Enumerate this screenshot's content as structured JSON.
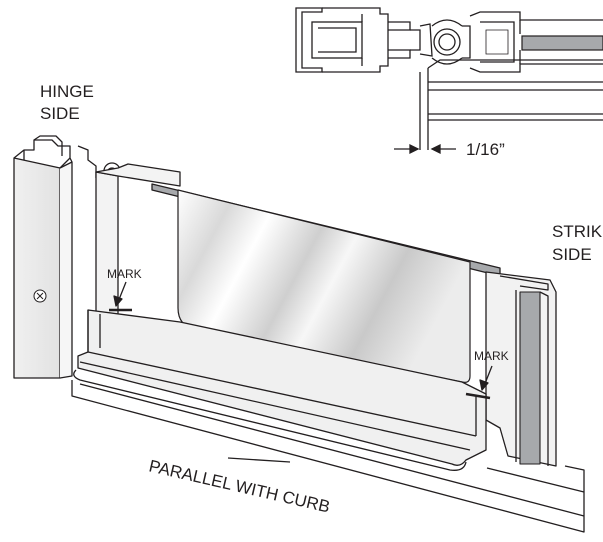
{
  "labels": {
    "hinge_side": [
      "HINGE",
      "SIDE"
    ],
    "strike_side": [
      "STRIKE",
      "SIDE"
    ],
    "mark_left": "MARK",
    "mark_right": "MARK",
    "gap_dimension": "1/16”",
    "parallel": "PARALLEL WITH CURB"
  },
  "colors": {
    "line": "#231f20",
    "aluminum": "#e9e9e9",
    "glass_edge": "#a7a9ac",
    "glass_light": "#f4f4f4"
  }
}
